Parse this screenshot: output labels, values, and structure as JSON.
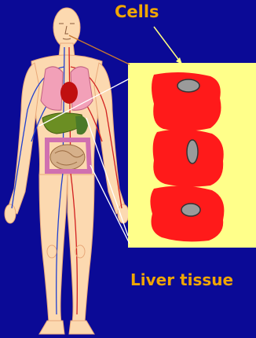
{
  "labels": {
    "cells": "Cells",
    "liver_tissue": "Liver tissue"
  },
  "colors": {
    "background": "#0b0a96",
    "label": "#f0a600",
    "tissue_panel": "#ffff8a",
    "cell_fill": "#ff1a1a",
    "nucleus": "#9a9a9a",
    "skin": "#fcd9b0",
    "liver": "#6b8e23"
  },
  "icons": [
    "human-body-figure",
    "liver-cell",
    "cell-nucleus"
  ]
}
